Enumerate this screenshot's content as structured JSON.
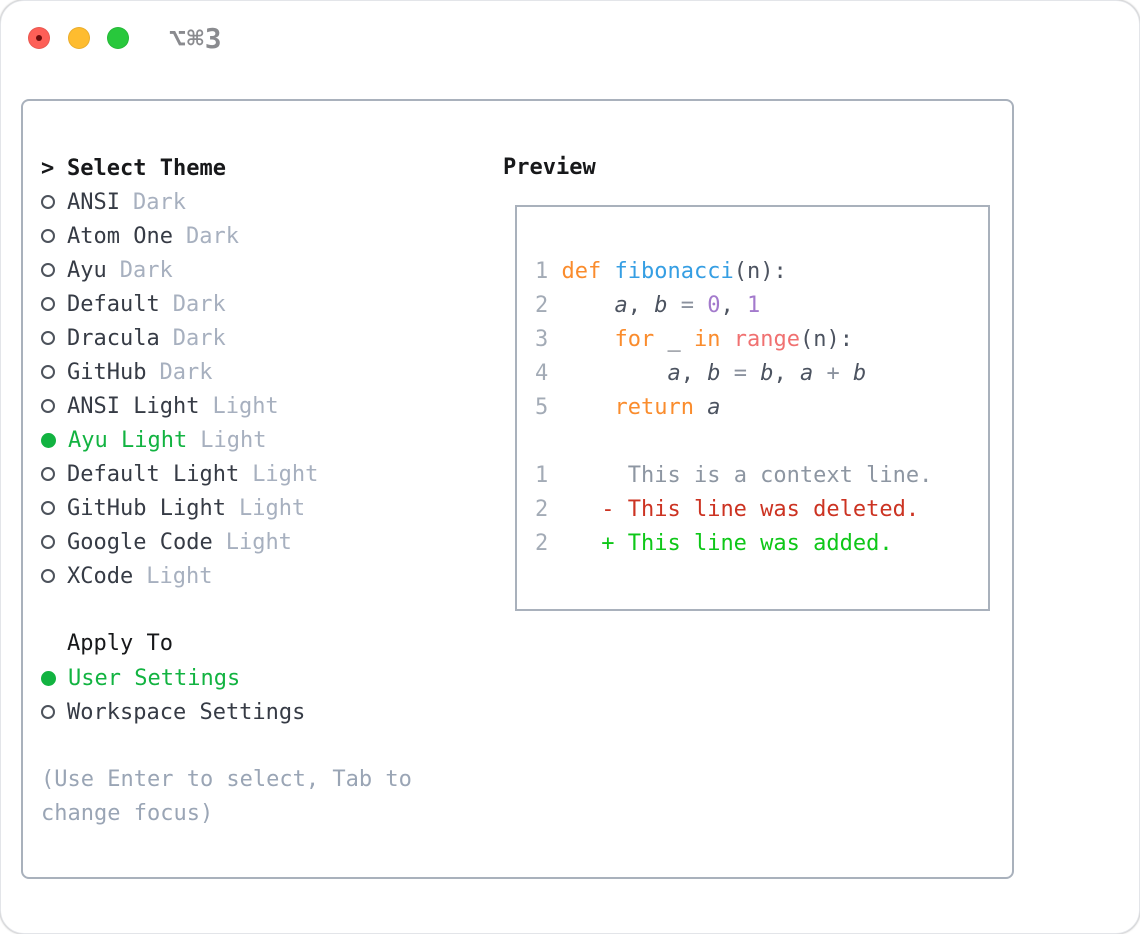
{
  "window": {
    "title_shortcut": "⌥⌘3"
  },
  "colors": {
    "traffic_red": "#fd5f57",
    "traffic_red_dot": "#6d0d0d",
    "traffic_yellow": "#febc2f",
    "traffic_green": "#28c83c",
    "title_gray": "#8a8b8f",
    "box_border": "#a9b1bc",
    "text_black": "#17181a",
    "item_text": "#363b45",
    "muted": "#a7b0bf",
    "hint_gray": "#9aa5b5",
    "radio_outline": "#4d535c",
    "green_select": "#12b341",
    "linenum": "#a3abb6",
    "code_text": "#4c5360",
    "operator_gray": "#8b929e",
    "keyword_orange": "#fa8c2d",
    "function_blue": "#359ee3",
    "number_purple": "#a37acc",
    "builtin_coral": "#f07171",
    "context_gray": "#8d96a2",
    "deleted_red": "#cc3322",
    "added_green": "#0ec718"
  },
  "theme_panel": {
    "header_prefix": ">",
    "header": "Select Theme",
    "themes": [
      {
        "name": "ANSI",
        "variant": "Dark",
        "selected": false
      },
      {
        "name": "Atom One",
        "variant": "Dark",
        "selected": false
      },
      {
        "name": "Ayu",
        "variant": "Dark",
        "selected": false
      },
      {
        "name": "Default",
        "variant": "Dark",
        "selected": false
      },
      {
        "name": "Dracula",
        "variant": "Dark",
        "selected": false
      },
      {
        "name": "GitHub",
        "variant": "Dark",
        "selected": false
      },
      {
        "name": "ANSI Light",
        "variant": "Light",
        "selected": false
      },
      {
        "name": "Ayu Light",
        "variant": "Light",
        "selected": true
      },
      {
        "name": "Default Light",
        "variant": "Light",
        "selected": false
      },
      {
        "name": "GitHub Light",
        "variant": "Light",
        "selected": false
      },
      {
        "name": "Google Code",
        "variant": "Light",
        "selected": false
      },
      {
        "name": "XCode",
        "variant": "Light",
        "selected": false
      }
    ],
    "apply_to": {
      "header": "Apply To",
      "options": [
        {
          "label": "User Settings",
          "selected": true
        },
        {
          "label": "Workspace Settings",
          "selected": false
        }
      ]
    },
    "hint_lines": [
      "(Use Enter to select, Tab to",
      "change focus)"
    ]
  },
  "preview": {
    "header": "Preview",
    "lines": [
      {
        "tokens": [
          [
            "1 ",
            "linenum"
          ],
          [
            "def ",
            "keyword"
          ],
          [
            "fibonacci",
            "function"
          ],
          [
            "(n):",
            "code"
          ]
        ]
      },
      {
        "tokens": [
          [
            "2",
            "linenum"
          ],
          [
            "     ",
            "code"
          ],
          [
            "a",
            "variable"
          ],
          [
            ", ",
            "code"
          ],
          [
            "b",
            "variable"
          ],
          [
            " ",
            "code"
          ],
          [
            "=",
            "operator"
          ],
          [
            " ",
            "code"
          ],
          [
            "0",
            "number"
          ],
          [
            ", ",
            "code"
          ],
          [
            "1",
            "number"
          ]
        ]
      },
      {
        "tokens": [
          [
            "3",
            "linenum"
          ],
          [
            "     ",
            "code"
          ],
          [
            "for",
            "keyword"
          ],
          [
            " _ ",
            "code"
          ],
          [
            "in",
            "keyword"
          ],
          [
            " ",
            "code"
          ],
          [
            "range",
            "builtin"
          ],
          [
            "(n):",
            "code"
          ]
        ]
      },
      {
        "tokens": [
          [
            "4",
            "linenum"
          ],
          [
            "         ",
            "code"
          ],
          [
            "a",
            "variable"
          ],
          [
            ", ",
            "code"
          ],
          [
            "b",
            "variable"
          ],
          [
            " ",
            "code"
          ],
          [
            "=",
            "operator"
          ],
          [
            " ",
            "code"
          ],
          [
            "b",
            "variable"
          ],
          [
            ", ",
            "code"
          ],
          [
            "a",
            "variable"
          ],
          [
            " ",
            "code"
          ],
          [
            "+",
            "operator"
          ],
          [
            " ",
            "code"
          ],
          [
            "b",
            "variable"
          ]
        ]
      },
      {
        "tokens": [
          [
            "5",
            "linenum"
          ],
          [
            "     ",
            "code"
          ],
          [
            "return",
            "keyword"
          ],
          [
            " ",
            "code"
          ],
          [
            "a",
            "variable"
          ]
        ]
      },
      {
        "tokens": []
      },
      {
        "tokens": [
          [
            "1",
            "linenum"
          ],
          [
            "      ",
            "code"
          ],
          [
            "This is a context line.",
            "context"
          ]
        ]
      },
      {
        "tokens": [
          [
            "2",
            "linenum"
          ],
          [
            "    ",
            "code"
          ],
          [
            "- This line was deleted.",
            "deleted"
          ]
        ]
      },
      {
        "tokens": [
          [
            "2",
            "linenum"
          ],
          [
            "    ",
            "code"
          ],
          [
            "+ This line was added.",
            "added"
          ]
        ]
      }
    ]
  }
}
